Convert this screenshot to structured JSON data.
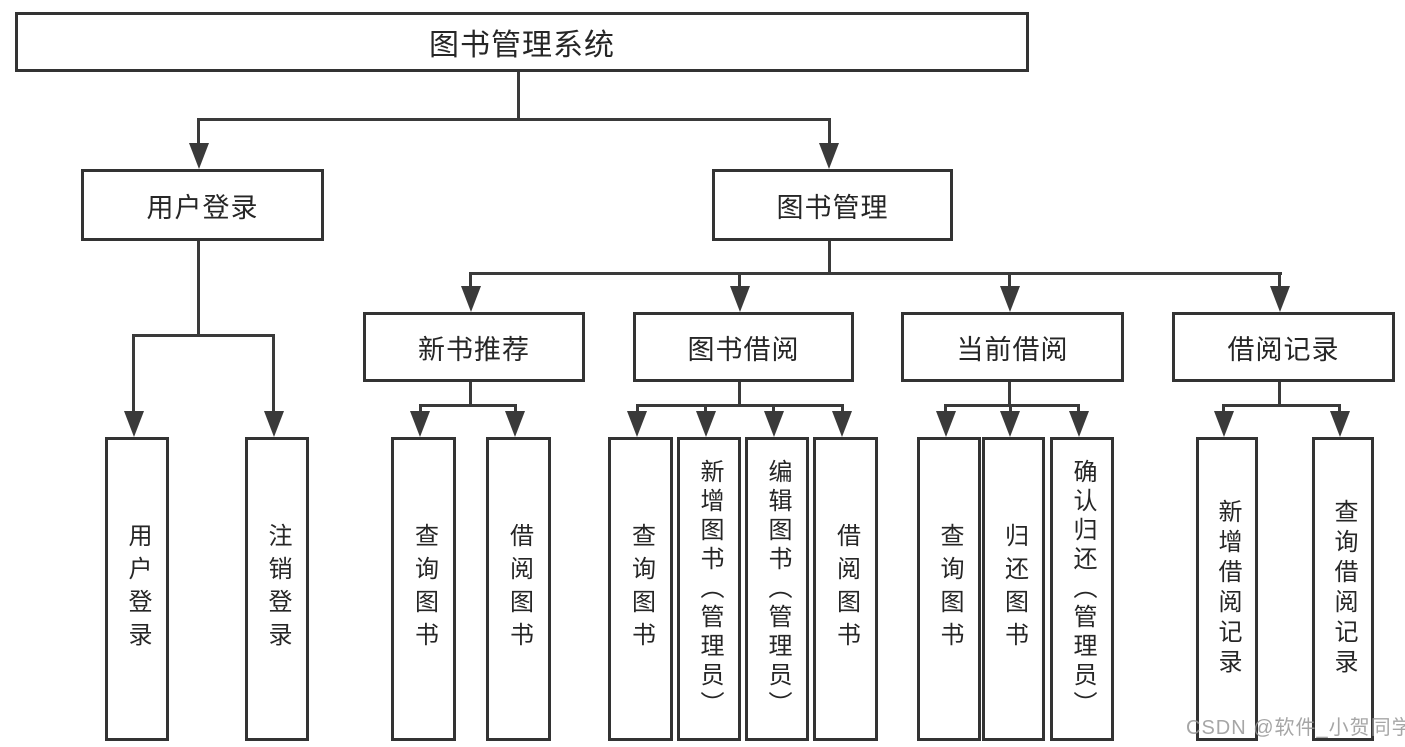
{
  "diagram_title": "图书管理系统",
  "colors": {
    "background": "#ffffff",
    "line": "#3a3a3a",
    "box_border": "#333333",
    "text": "#262626",
    "watermark": "#969696"
  },
  "nodes": {
    "root": {
      "label": "图书管理系统"
    },
    "user_login": {
      "label": "用户登录"
    },
    "book_management": {
      "label": "图书管理"
    },
    "new_book_rec": {
      "label": "新书推荐"
    },
    "book_borrow": {
      "label": "图书借阅"
    },
    "current_borrow": {
      "label": "当前借阅"
    },
    "borrow_record": {
      "label": "借阅记录"
    },
    "ul_user_login": {
      "label": "用户登录"
    },
    "ul_logout": {
      "label": "注销登录"
    },
    "nb_query_book": {
      "label": "查询图书"
    },
    "nb_borrow_book": {
      "label": "借阅图书"
    },
    "bb_query_book": {
      "label": "查询图书"
    },
    "bb_add_book": {
      "label": "新增图书（管理员）"
    },
    "bb_edit_book": {
      "label": "编辑图书（管理员）"
    },
    "bb_borrow_book": {
      "label": "借阅图书"
    },
    "cb_query_book": {
      "label": "查询图书"
    },
    "cb_return_book": {
      "label": "归还图书"
    },
    "cb_confirm_return": {
      "label": "确认归还（管理员）"
    },
    "br_add_record": {
      "label": "新增借阅记录"
    },
    "br_query_record": {
      "label": "查询借阅记录"
    }
  },
  "hierarchy": {
    "图书管理系统": {
      "用户登录": [
        "用户登录",
        "注销登录"
      ],
      "图书管理": {
        "新书推荐": [
          "查询图书",
          "借阅图书"
        ],
        "图书借阅": [
          "查询图书",
          "新增图书（管理员）",
          "编辑图书（管理员）",
          "借阅图书"
        ],
        "当前借阅": [
          "查询图书",
          "归还图书",
          "确认归还（管理员）"
        ],
        "借阅记录": [
          "新增借阅记录",
          "查询借阅记录"
        ]
      }
    }
  },
  "watermark": {
    "label": "CSDN @软件_小贺同学"
  }
}
